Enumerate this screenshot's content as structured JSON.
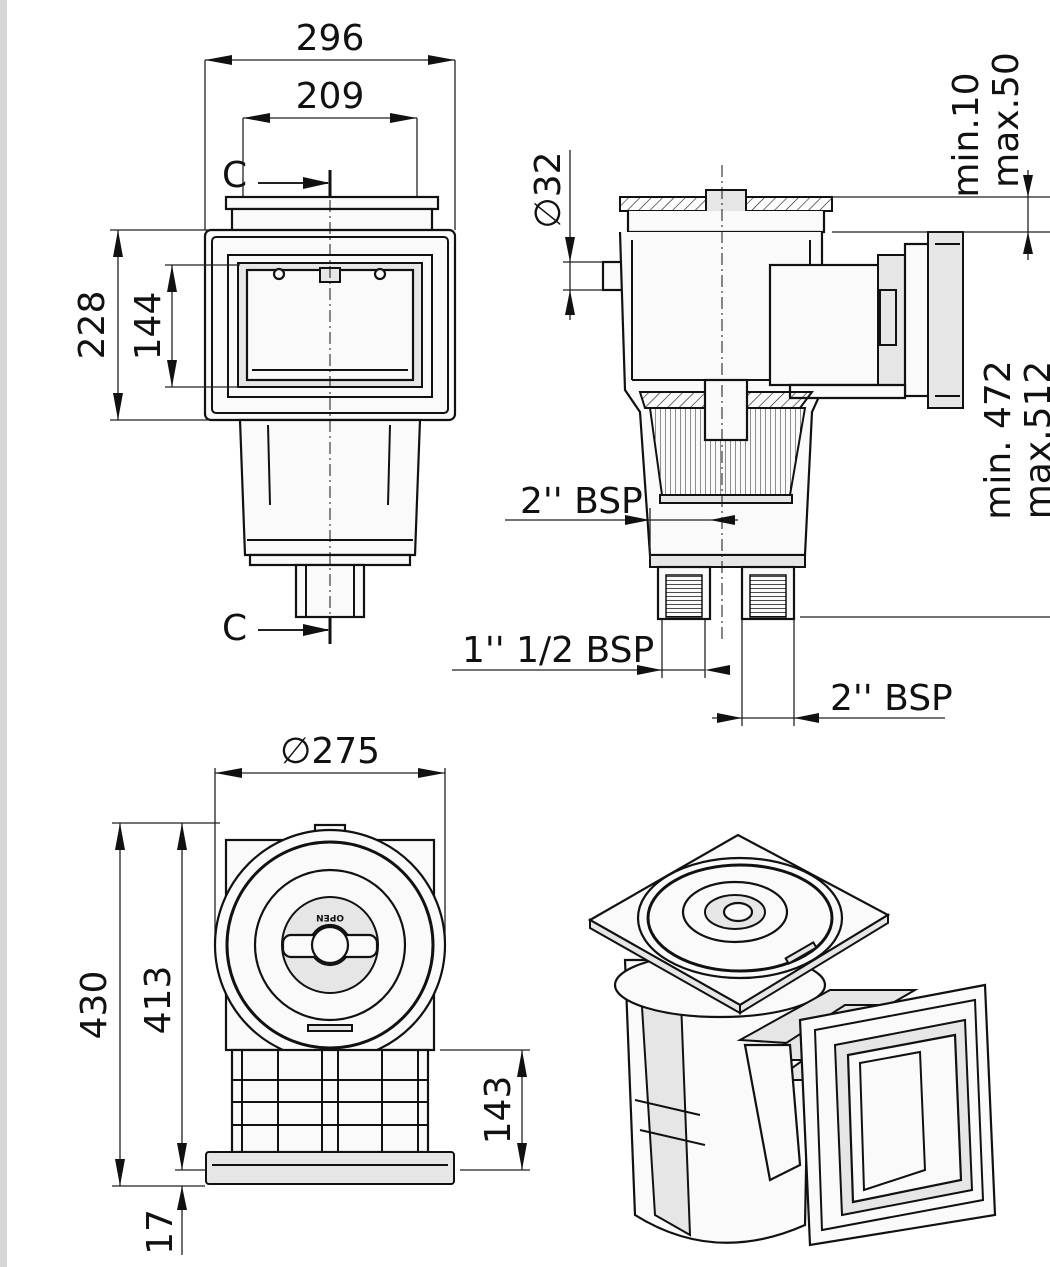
{
  "dimensions": {
    "overall_width": "296",
    "opening_width": "209",
    "section_mark_top": "C",
    "section_mark_bottom": "C",
    "body_height": "228",
    "opening_height": "144",
    "inlet_diameter": "32",
    "lid_adjust_min": "min.10",
    "lid_adjust_max": "max.50",
    "height_min": "min. 472",
    "height_max": "max.512",
    "basket_thread": "2'' BSP",
    "outlet_thread_left": "1'' 1/2 BSP",
    "outlet_thread_right": "2'' BSP",
    "lid_diameter": "275",
    "total_height": "430",
    "body_depth": "413",
    "mouth_height": "143",
    "flange_thickness": "17"
  },
  "lid_label": "OPEN",
  "diameter_symbol": "∅"
}
